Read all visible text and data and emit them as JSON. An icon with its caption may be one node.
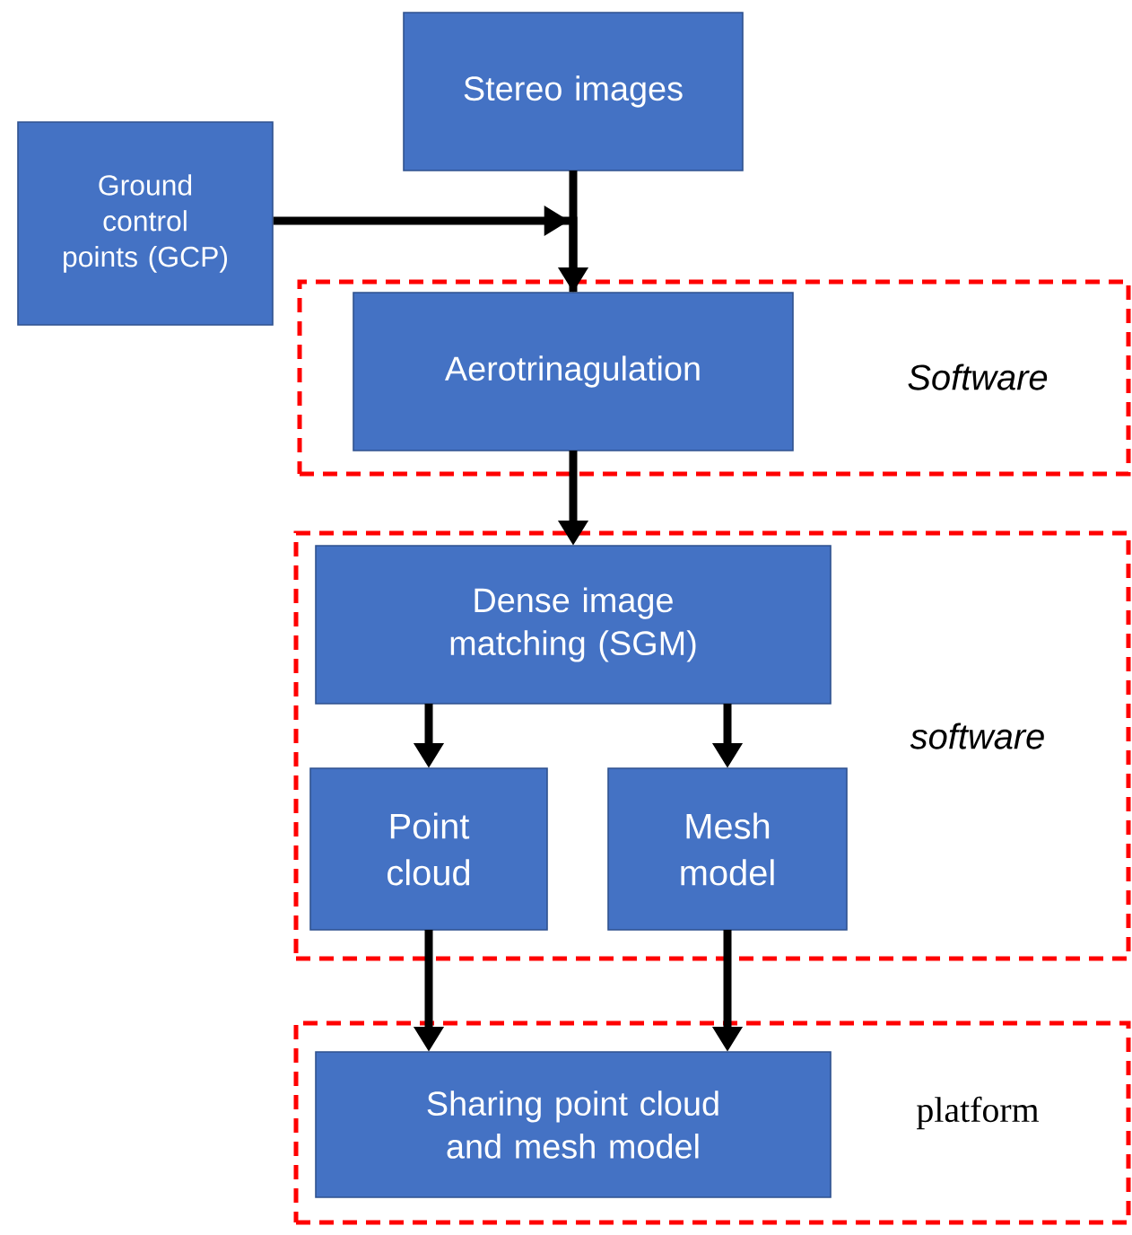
{
  "diagram": {
    "nodes": [
      {
        "text": [
          "Stereo images"
        ]
      },
      {
        "text": [
          "Ground control points (GCP)"
        ]
      },
      {
        "text": [
          "Software"
        ]
      },
      {
        "text": [
          "Aerotrinagulation"
        ],
        "in": 2
      },
      {
        "text": [
          "software"
        ]
      },
      {
        "text": [
          "Dense image matching (SGM)"
        ],
        "in": 4
      },
      {
        "text": [
          "Point cloud"
        ],
        "in": 4
      },
      {
        "text": [
          "Mesh model"
        ],
        "in": 4
      },
      {
        "text": [
          "platform"
        ]
      },
      {
        "text": [
          "Sharing point cloud and mesh model"
        ],
        "in": 8
      }
    ],
    "edges": [
      {
        "from": 0,
        "to": 3,
        "arrow": "to"
      },
      {
        "from": 1,
        "to": 3,
        "arrow": "to"
      },
      {
        "from": 3,
        "to": 5,
        "arrow": "to"
      },
      {
        "from": 5,
        "to": 6,
        "arrow": "to"
      },
      {
        "from": 5,
        "to": 7,
        "arrow": "to"
      },
      {
        "from": 6,
        "to": 9,
        "arrow": "to"
      },
      {
        "from": 7,
        "to": 9,
        "arrow": "to"
      }
    ]
  }
}
